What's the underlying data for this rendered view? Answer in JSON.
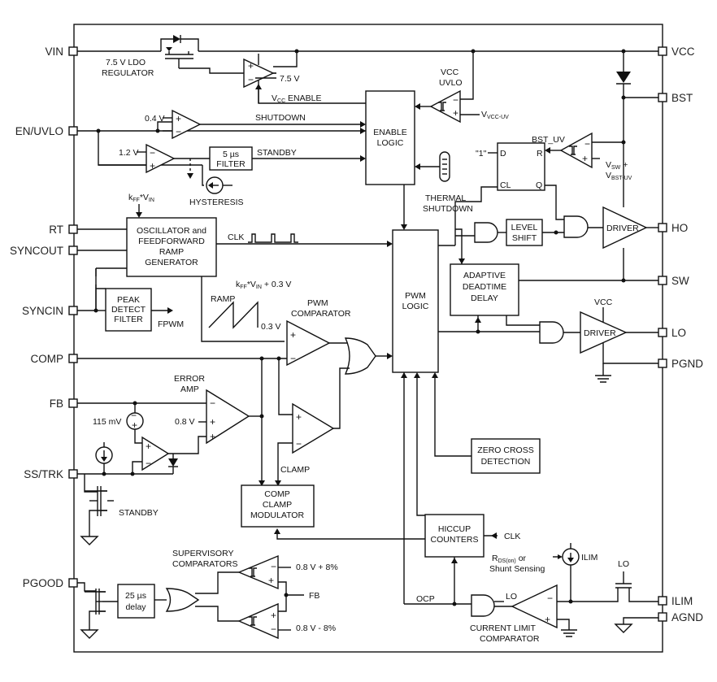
{
  "pins": {
    "vin": "VIN",
    "en_uvlo": "EN/UVLO",
    "rt": "RT",
    "syncout": "SYNCOUT",
    "syncin": "SYNCIN",
    "comp": "COMP",
    "fb": "FB",
    "ss_trk": "SS/TRK",
    "pgood": "PGOOD",
    "vcc": "VCC",
    "bst": "BST",
    "ho": "HO",
    "sw": "SW",
    "lo": "LO",
    "pgnd": "PGND",
    "ilim": "ILIM",
    "agnd": "AGND"
  },
  "blocks": {
    "enable_logic": [
      "ENABLE",
      "LOGIC"
    ],
    "filter_5us": [
      "5 µs",
      "FILTER"
    ],
    "oscillator": [
      "OSCILLATOR and",
      "FEEDFORWARD",
      "RAMP",
      "GENERATOR"
    ],
    "peak_detect": [
      "PEAK",
      "DETECT",
      "FILTER"
    ],
    "pwm_logic": [
      "PWM",
      "LOGIC"
    ],
    "level_shift": [
      "LEVEL",
      "SHIFT"
    ],
    "adaptive_deadtime": [
      "ADAPTIVE",
      "DEADTIME",
      "DELAY"
    ],
    "driver_high": "DRIVER",
    "driver_low": "DRIVER",
    "zero_cross": [
      "ZERO CROSS",
      "DETECTION"
    ],
    "comp_clamp_modulator": [
      "COMP",
      "CLAMP",
      "MODULATOR"
    ],
    "hiccup_counters": [
      "HICCUP",
      "COUNTERS"
    ],
    "pgood_delay": [
      "25 µs",
      "delay"
    ]
  },
  "labels": {
    "ldo": [
      "7.5 V LDO",
      "REGULATOR"
    ],
    "ldo_ref": "7.5 V",
    "vcc_enable": "V",
    "vcc_enable_sub": "CC",
    "vcc_enable_tail": " ENABLE",
    "vcc_uvlo": [
      "VCC",
      "UVLO"
    ],
    "vvcc_uv": "V",
    "vvcc_uv_sub": "VCC-UV",
    "ref_04": "0.4 V",
    "shutdown": "SHUTDOWN",
    "ref_12": "1.2 V",
    "standby": "STANDBY",
    "hysteresis": "HYSTERESIS",
    "thermal_shutdown": [
      "THERMAL",
      "SHUTDOWN"
    ],
    "kff_vin": "k",
    "kff_sub": "FF",
    "kff_vin_mid": "*V",
    "kff_vin_sub": "IN",
    "clk": "CLK",
    "ramp": "RAMP",
    "ramp_top_tail": " + 0.3 V",
    "ramp_bottom": "0.3 V",
    "fpwm": "FPWM",
    "pwm_comparator": [
      "PWM",
      "COMPARATOR"
    ],
    "error_amp": [
      "ERROR",
      "AMP"
    ],
    "ref_115": "115 mV",
    "ref_08": "0.8 V",
    "clamp": "CLAMP",
    "standby_fet": "STANDBY",
    "bst_uv": "BST_UV",
    "ff_d": "D",
    "ff_r": "R",
    "ff_cl": "CL",
    "ff_q": "Q",
    "ff_one": "\"1\"",
    "vsw": "V",
    "vsw_sub": "SW",
    "vsw_tail": " +",
    "vbst": "V",
    "vbst_sub": "BST-UV",
    "vcc_lo_driver": "VCC",
    "supervisory": [
      "SUPERVISORY",
      "COMPARATORS"
    ],
    "sup_high": "0.8 V + 8%",
    "sup_low": "0.8 V - 8%",
    "sup_fb": "FB",
    "hiccup_clk": "CLK",
    "rds": "R",
    "rds_sub": "DS(on)",
    "rds_tail": " or",
    "shunt": "Shunt Sensing",
    "ilim_src": "ILIM",
    "lo_switch": "LO",
    "ocp": "OCP",
    "cl_lo": "LO",
    "current_limit": [
      "CURRENT LIMIT",
      "COMPARATOR"
    ]
  },
  "icons": [
    "comparator-symbol",
    "op-amp-symbol",
    "and-gate-symbol",
    "or-gate-symbol",
    "diode-symbol",
    "mosfet-symbol",
    "ground-symbol",
    "current-source-symbol",
    "voltage-source-symbol",
    "thermal-sensor-symbol",
    "flip-flop-symbol",
    "schmitt-comparator-symbol"
  ]
}
